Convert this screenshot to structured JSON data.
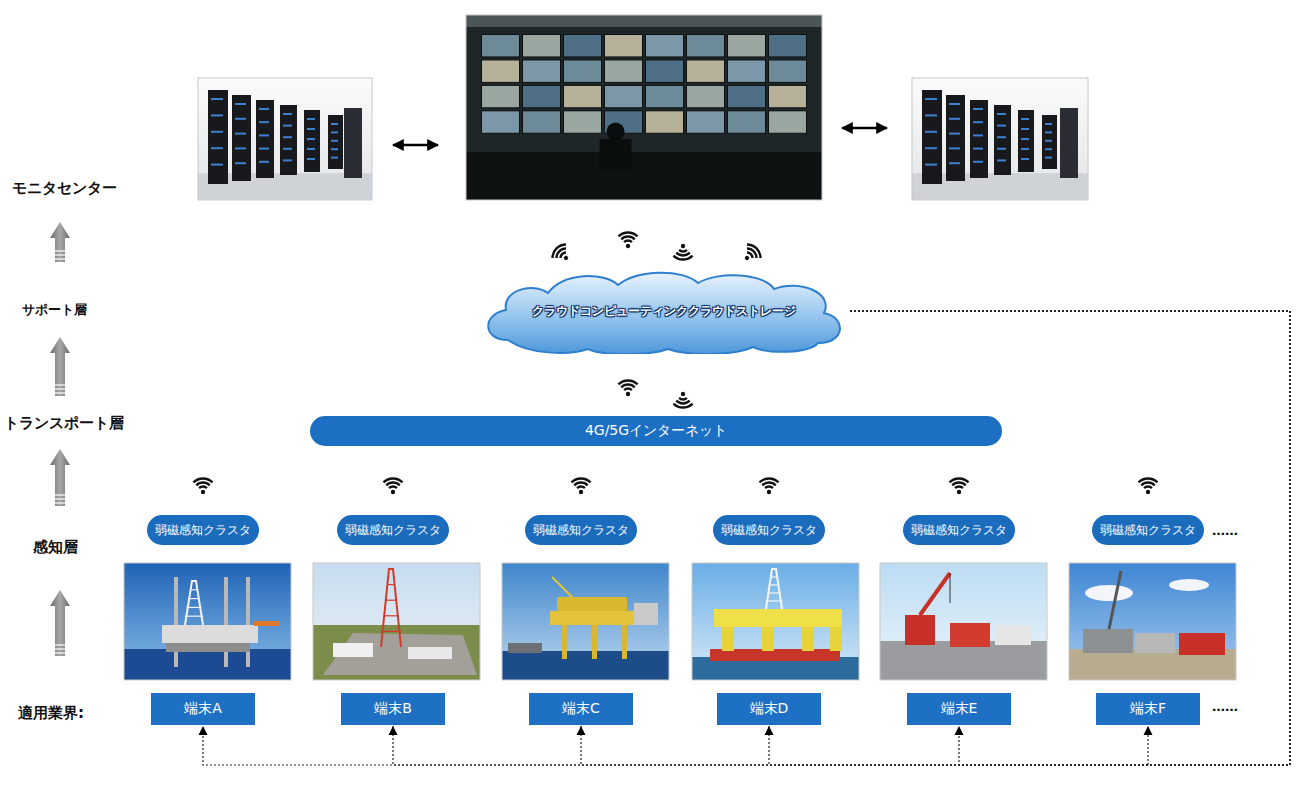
{
  "diagram": {
    "nodes": [
      {
        "text": [
          "クラウドコンピューティンククラウドストレージ"
        ]
      },
      {
        "text": [
          "4G/5Gインターネット"
        ]
      },
      {
        "text": [
          "弱磁感知クラスタ"
        ]
      },
      {
        "text": [
          "弱磁感知クラスタ"
        ]
      },
      {
        "text": [
          "弱磁感知クラスタ"
        ]
      },
      {
        "text": [
          "弱磁感知クラスタ"
        ]
      },
      {
        "text": [
          "弱磁感知クラスタ"
        ]
      },
      {
        "text": [
          "弱磁感知クラスタ"
        ]
      },
      {
        "text": [
          "端末A"
        ]
      },
      {
        "text": [
          "端末B"
        ]
      },
      {
        "text": [
          "端末C"
        ]
      },
      {
        "text": [
          "端末D"
        ]
      },
      {
        "text": [
          "端末E"
        ]
      },
      {
        "text": [
          "端末F"
        ]
      }
    ],
    "edges": [
      {
        "from": 0,
        "to": 8,
        "arrow": "to"
      },
      {
        "from": 0,
        "to": 9,
        "arrow": "to"
      },
      {
        "from": 0,
        "to": 10,
        "arrow": "to"
      },
      {
        "from": 0,
        "to": 11,
        "arrow": "to"
      },
      {
        "from": 0,
        "to": 12,
        "arrow": "to"
      },
      {
        "from": 0,
        "to": 13,
        "arrow": "to"
      }
    ],
    "labels": [
      "モニタセンター",
      "サポート層",
      "トランスポート層",
      "感知層",
      "適用業界:",
      "……",
      "……"
    ]
  }
}
